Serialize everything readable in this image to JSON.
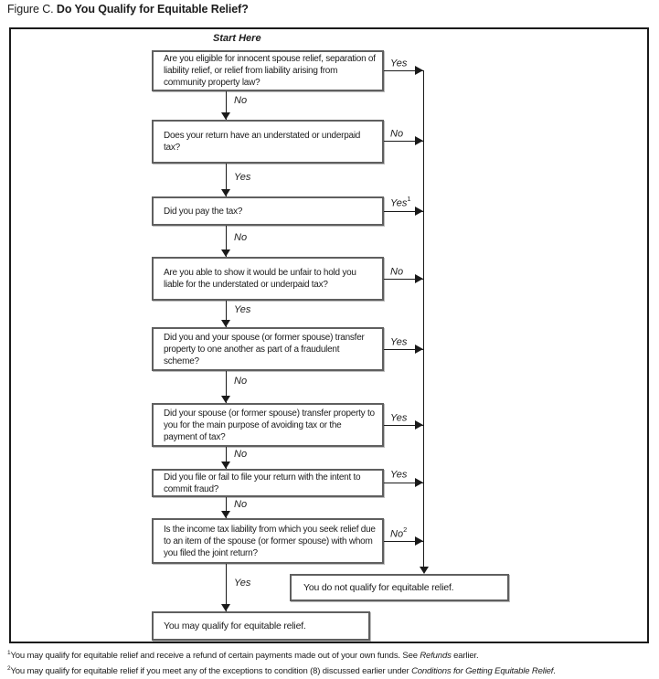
{
  "title": {
    "prefix": "Figure C.",
    "main": "Do You Qualify for Equitable Relief?"
  },
  "flow": {
    "start_label": "Start Here",
    "questions": [
      {
        "text": "Are you eligible for innocent spouse relief, separation of liability relief, or relief from liability arising from community property law?",
        "side_label": "Yes"
      },
      {
        "text": "Does your return have an understated or underpaid tax?",
        "side_label": "No"
      },
      {
        "text": "Did you pay the tax?",
        "side_label": "Yes",
        "side_sup": "1"
      },
      {
        "text": "Are you able to show it would be unfair to hold you liable for the understated or underpaid tax?",
        "side_label": "No"
      },
      {
        "text": "Did you and your spouse (or former spouse) transfer property to one another as part of a fraudulent scheme?",
        "side_label": "Yes"
      },
      {
        "text": "Did your spouse (or former spouse) transfer property to you for the main purpose of avoiding tax or the payment of tax?",
        "side_label": "Yes"
      },
      {
        "text": "Did you file or fail to file your return with the intent to commit fraud?",
        "side_label": "Yes"
      },
      {
        "text": "Is the income tax liability from which you seek relief due to an item of the spouse (or former spouse) with whom you filed the joint return?",
        "side_label": "No",
        "side_sup": "2"
      }
    ],
    "down_labels": [
      "No",
      "Yes",
      "No",
      "Yes",
      "No",
      "No",
      "No",
      "Yes"
    ],
    "results": {
      "not_qualify": "You do not qualify for equitable relief.",
      "may_qualify": "You may qualify for equitable relief."
    }
  },
  "footnotes": [
    {
      "sup": "1",
      "text": "You may qualify for equitable relief and receive a refund of certain payments made out of your own funds. See ",
      "italic": "Refunds",
      "tail": " earlier."
    },
    {
      "sup": "2",
      "text": "You may qualify for equitable relief if you meet any of the exceptions to condition (8) discussed earlier under ",
      "italic": "Conditions for Getting Equitable Relief",
      "tail": "."
    }
  ],
  "colors": {
    "line": "#1a1a1a",
    "box_border": "#5f5f5f",
    "background": "#ffffff"
  }
}
